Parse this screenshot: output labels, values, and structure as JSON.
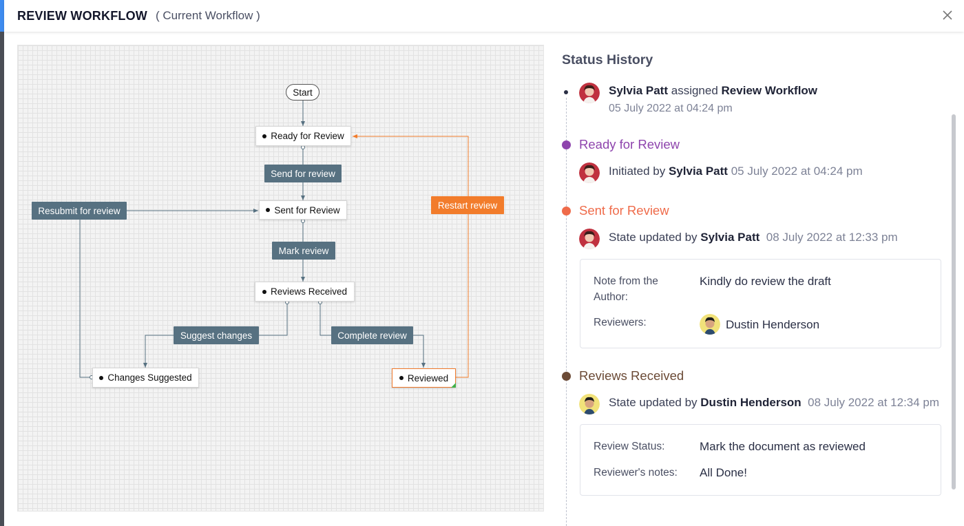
{
  "header": {
    "title": "REVIEW WORKFLOW",
    "subtitle": "( Current Workflow )",
    "close_icon": "close-icon"
  },
  "colors": {
    "ready": "#8e44ad",
    "sent": "#ef6b4a",
    "received": "#6b4a36",
    "transition": "#577181",
    "restart": "#f27c2b",
    "accent": "#3f8cf0"
  },
  "workflow": {
    "start": "Start",
    "states": {
      "ready": "Ready for Review",
      "sent": "Sent for Review",
      "received": "Reviews Received",
      "changes": "Changes Suggested",
      "reviewed": "Reviewed"
    },
    "transitions": {
      "send": "Send for review",
      "mark": "Mark review",
      "resubmit": "Resubmit for review",
      "restart": "Restart review",
      "suggest": "Suggest changes",
      "complete": "Complete review"
    }
  },
  "history": {
    "title": "Status History",
    "entries": [
      {
        "actor": "Sylvia Patt",
        "action": "assigned",
        "target": "Review Workflow",
        "time": "05 July 2022 at 04:24 pm"
      },
      {
        "state": "Ready for Review",
        "prefix": "Initiated by",
        "actor": "Sylvia Patt",
        "time": "05 July 2022 at 04:24 pm"
      },
      {
        "state": "Sent for Review",
        "prefix": "State updated by",
        "actor": "Sylvia Patt",
        "time": "08 July 2022 at 12:33 pm",
        "card": {
          "note_label": "Note from the Author:",
          "note_value": "Kindly do review the draft",
          "reviewers_label": "Reviewers:",
          "reviewer_name": "Dustin Henderson"
        }
      },
      {
        "state": "Reviews Received",
        "prefix": "State updated by",
        "actor": "Dustin Henderson",
        "time": "08 July 2022 at 12:34 pm",
        "card": {
          "status_label": "Review Status:",
          "status_value": "Mark the document as reviewed",
          "notes_label": "Reviewer's notes:",
          "notes_value": "All Done!"
        }
      }
    ]
  }
}
